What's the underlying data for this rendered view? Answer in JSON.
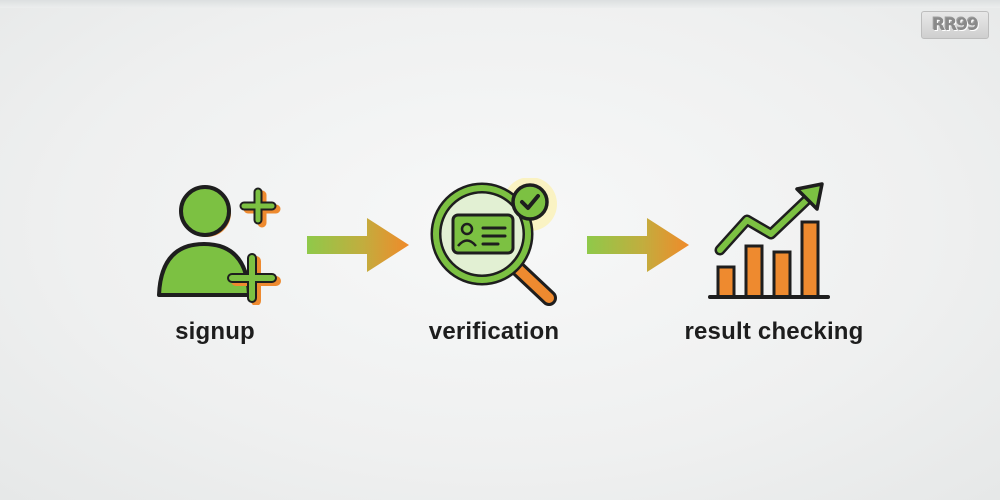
{
  "brand": {
    "logo_text": "RR99"
  },
  "colors": {
    "green": "#7cc142",
    "orange": "#ee8a2f",
    "outline": "#1e1e1e"
  },
  "steps": [
    {
      "label": "signup",
      "icon": "add-user-icon"
    },
    {
      "label": "verification",
      "icon": "id-search-icon"
    },
    {
      "label": "result checking",
      "icon": "growth-chart-icon"
    }
  ],
  "connectors": [
    {
      "icon": "arrow-right-icon"
    },
    {
      "icon": "arrow-right-icon"
    }
  ]
}
